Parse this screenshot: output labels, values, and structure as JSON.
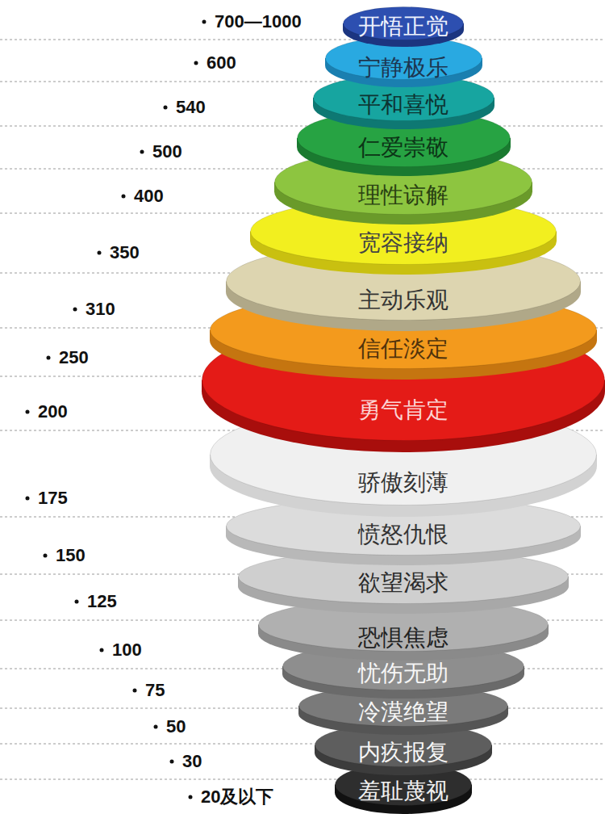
{
  "diagram": {
    "nodes": [
      {
        "text": [
          "开悟正觉"
        ]
      },
      {
        "text": [
          "宁静极乐"
        ]
      },
      {
        "text": [
          "平和喜悦"
        ]
      },
      {
        "text": [
          "仁爱崇敬"
        ]
      },
      {
        "text": [
          "理性谅解"
        ]
      },
      {
        "text": [
          "宽容接纳"
        ]
      },
      {
        "text": [
          "主动乐观"
        ]
      },
      {
        "text": [
          "信任淡定"
        ]
      },
      {
        "text": [
          "勇气肯定"
        ]
      },
      {
        "text": [
          "骄傲刻薄"
        ]
      },
      {
        "text": [
          "愤怒仇恨"
        ]
      },
      {
        "text": [
          "欲望渴求"
        ]
      },
      {
        "text": [
          "恐惧焦虑"
        ]
      },
      {
        "text": [
          "忧伤无助"
        ]
      },
      {
        "text": [
          "冷漠绝望"
        ]
      },
      {
        "text": [
          "内疚报复"
        ]
      },
      {
        "text": [
          "羞耻蔑视"
        ]
      }
    ],
    "labels": [
      "700—1000",
      "600",
      "540",
      "500",
      "400",
      "350",
      "310",
      "250",
      "200",
      "175",
      "150",
      "125",
      "100",
      "75",
      "50",
      "30",
      "20及以下"
    ]
  }
}
